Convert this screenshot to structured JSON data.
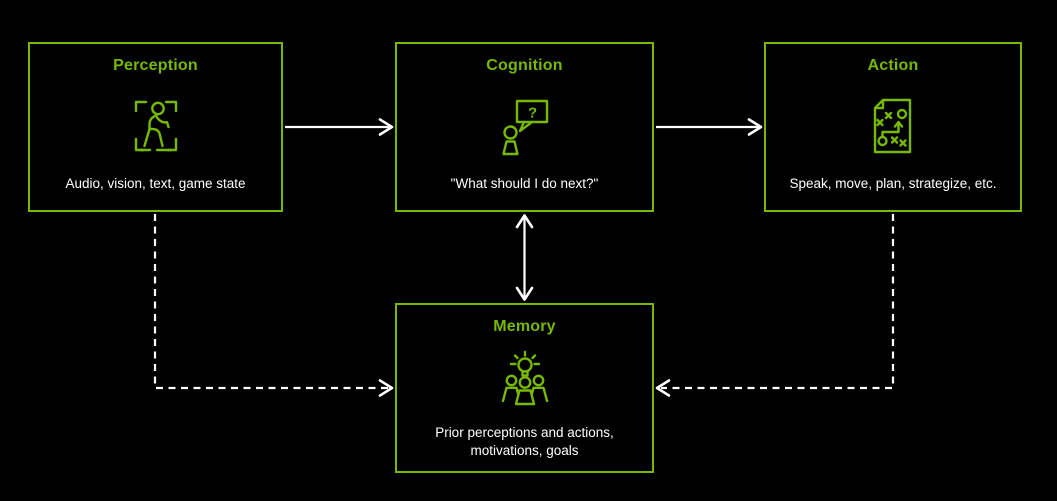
{
  "diagram": {
    "description": "Agent architecture flow diagram",
    "nodes": {
      "perception": {
        "title": "Perception",
        "subtitle": "Audio, vision, text, game state",
        "icon": "person-scan-icon"
      },
      "cognition": {
        "title": "Cognition",
        "subtitle": "\"What should I do next?\"",
        "icon": "person-question-bubble-icon",
        "icon_glyph": "?"
      },
      "action": {
        "title": "Action",
        "subtitle": "Speak, move, plan, strategize, etc.",
        "icon": "strategy-playbook-icon"
      },
      "memory": {
        "title": "Memory",
        "subtitle_line1": "Prior perceptions and actions,",
        "subtitle_line2": "motivations, goals",
        "icon": "group-lightbulb-icon"
      }
    },
    "edges": [
      {
        "from": "perception",
        "to": "cognition",
        "style": "solid",
        "direction": "one-way"
      },
      {
        "from": "cognition",
        "to": "action",
        "style": "solid",
        "direction": "one-way"
      },
      {
        "from": "cognition",
        "to": "memory",
        "style": "solid",
        "direction": "two-way"
      },
      {
        "from": "perception",
        "to": "memory",
        "style": "dashed",
        "direction": "one-way"
      },
      {
        "from": "action",
        "to": "memory",
        "style": "dashed",
        "direction": "one-way"
      }
    ]
  },
  "colors": {
    "background": "#000000",
    "accent": "#76b900",
    "arrow": "#ffffff",
    "text": "#ffffff"
  }
}
